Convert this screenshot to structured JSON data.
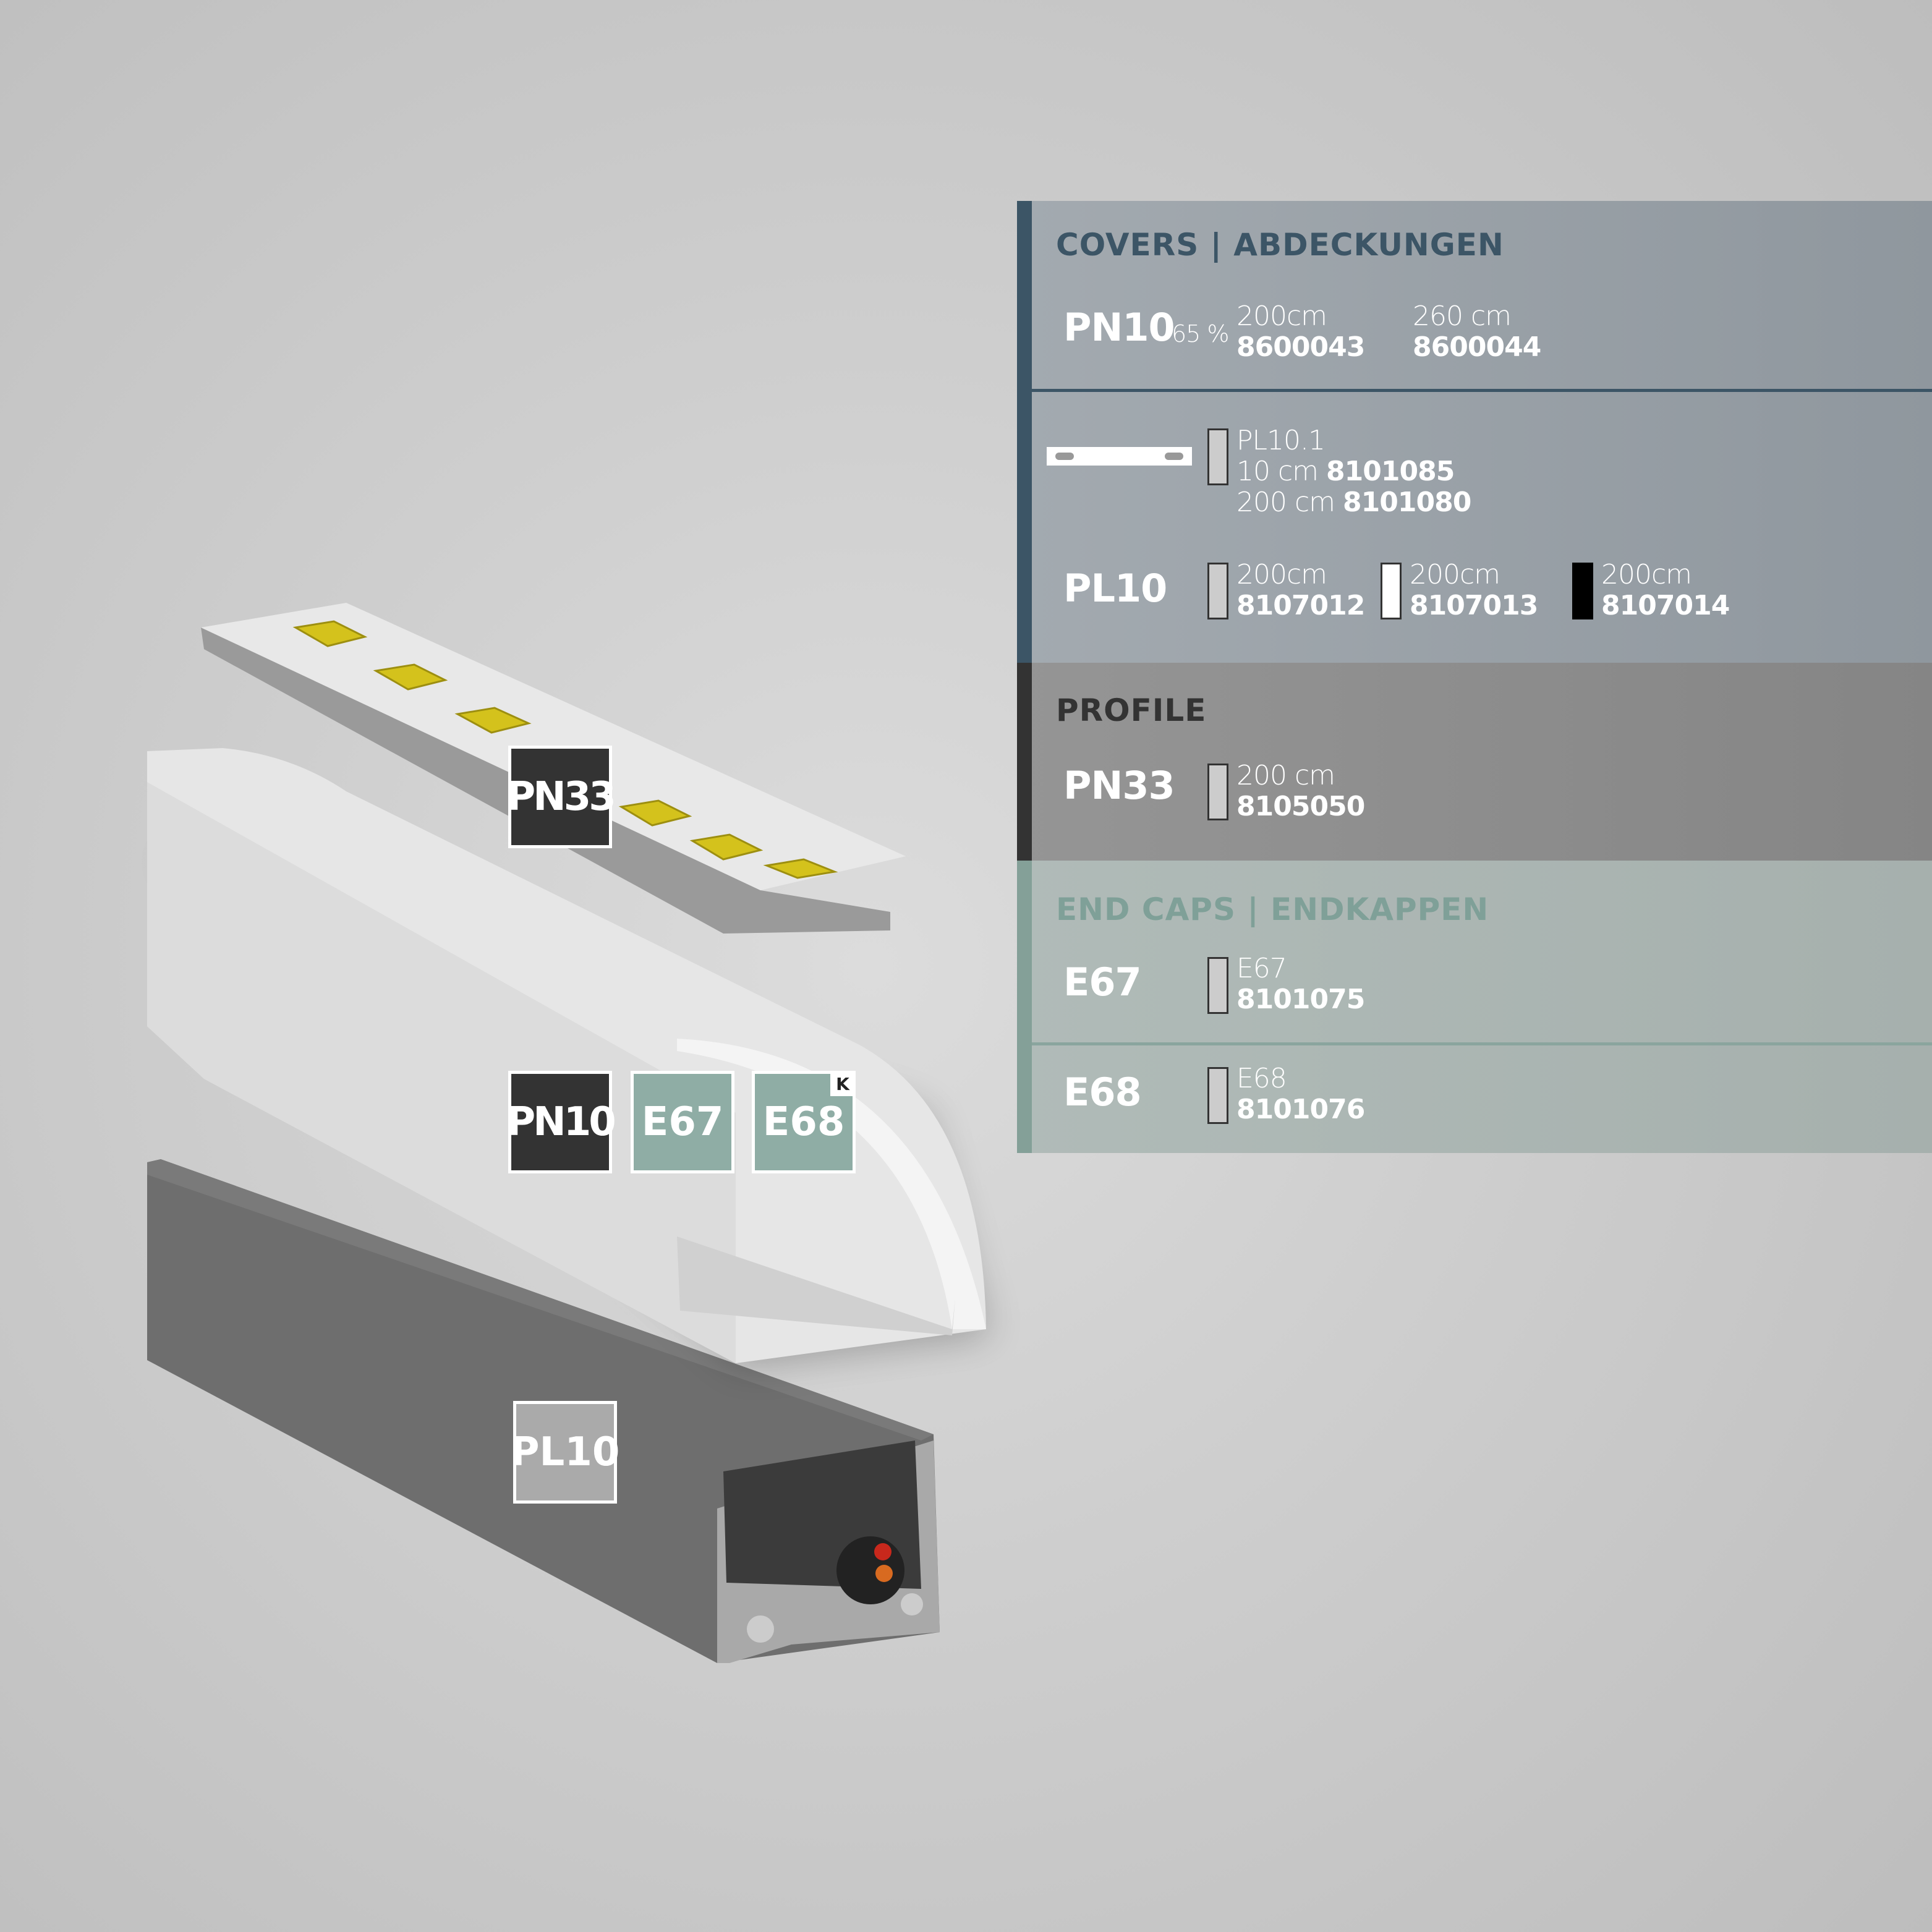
{
  "illustration": {
    "labels": {
      "pn33": "PN33",
      "pn10": "PN10",
      "e67": "E67",
      "e68": "E68",
      "e68_badge": "K",
      "pl10": "PL10"
    },
    "colors": {
      "dark_tag": "#333333",
      "endcap_tag": "#8fada5",
      "profile_tag": "#aaaaaa",
      "led": "#d4c21c"
    }
  },
  "covers": {
    "heading": "COVERS | ABDECKUNGEN",
    "pn10": {
      "code": "PN10",
      "opacity": "65 %",
      "variants": [
        {
          "length": "200cm",
          "article": "8600043"
        },
        {
          "length": "260 cm",
          "article": "8600044"
        }
      ]
    },
    "pl10_1": {
      "name": "PL10.1",
      "variants": [
        {
          "length": "10 cm",
          "article": "8101085"
        },
        {
          "length": "200 cm",
          "article": "8101080"
        }
      ]
    },
    "pl10": {
      "code": "PL10",
      "variants": [
        {
          "length": "200cm",
          "article": "8107012",
          "color": "#cccccc"
        },
        {
          "length": "200cm",
          "article": "8107013",
          "color": "#ffffff"
        },
        {
          "length": "200cm",
          "article": "8107014",
          "color": "#000000"
        }
      ]
    }
  },
  "profile": {
    "heading": "PROFILE",
    "pn33": {
      "code": "PN33",
      "length": "200 cm",
      "article": "8105050"
    }
  },
  "endcaps": {
    "heading": "END CAPS | ENDKAPPEN",
    "e67": {
      "code": "E67",
      "name": "E67",
      "article": "8101075"
    },
    "e68": {
      "code": "E68",
      "name": "E68",
      "article": "8101076"
    }
  }
}
